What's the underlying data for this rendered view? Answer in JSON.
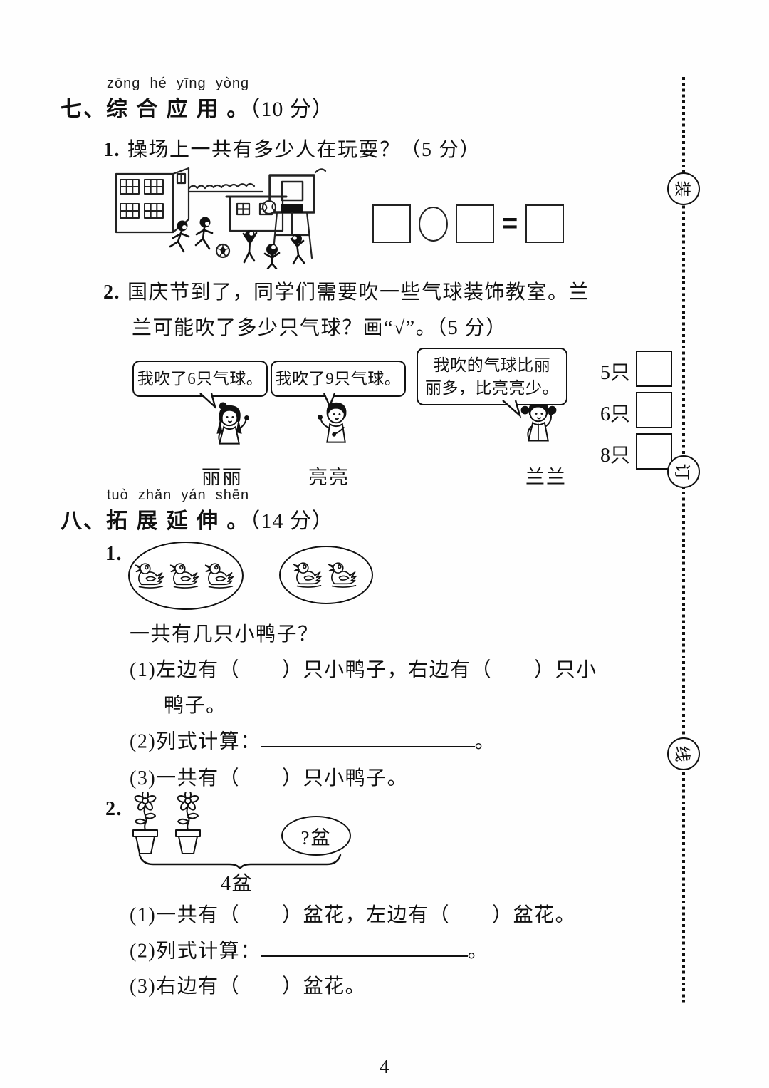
{
  "page": {
    "number": "4"
  },
  "binding": {
    "stamps": [
      "装",
      "订",
      "线"
    ]
  },
  "section7": {
    "pinyin": "zōng  hé  yīng  yòng",
    "heading": "七、综 合 应 用 。",
    "score": "（10 分）",
    "q1": {
      "number": "1.",
      "text": "操场上一共有多少人在玩耍？（5 分）",
      "equals": "="
    },
    "q2": {
      "number": "2.",
      "line1": "国庆节到了，同学们需要吹一些气球装饰教室。兰",
      "line2": "兰可能吹了多少只气球？画“√”。（5 分）",
      "bubble1": "我吹了6只气球。",
      "bubble2": "我吹了9只气球。",
      "bubble3_line1": "我吹的气球比丽",
      "bubble3_line2": "丽多，比亮亮少。",
      "name1": "丽丽",
      "name2": "亮亮",
      "name3": "兰兰",
      "options": [
        {
          "label": "5只"
        },
        {
          "label": "6只"
        },
        {
          "label": "8只"
        }
      ]
    }
  },
  "section8": {
    "pinyin": "tuò  zhǎn  yán  shēn",
    "heading": "八、拓 展 延 伸 。",
    "score": "（14 分）",
    "q1": {
      "number": "1.",
      "left_duck_count": 3,
      "right_duck_count": 2,
      "question": "一共有几只小鸭子？",
      "sub1_line1": "(1)左边有（　　）只小鸭子，右边有（　　）只小",
      "sub1_line2": "鸭子。",
      "sub2_label": "(2)列式计算：",
      "sub2_period": "。",
      "sub3": "(3)一共有（　　）只小鸭子。"
    },
    "q2": {
      "number": "2.",
      "pot_count": 2,
      "oval_label": "?盆",
      "brace_label": "4盆",
      "sub1": "(1)一共有（　　）盆花，左边有（　　）盆花。",
      "sub2_label": "(2)列式计算：",
      "sub2_period": "。",
      "sub3": "(3)右边有（　　）盆花。"
    }
  }
}
